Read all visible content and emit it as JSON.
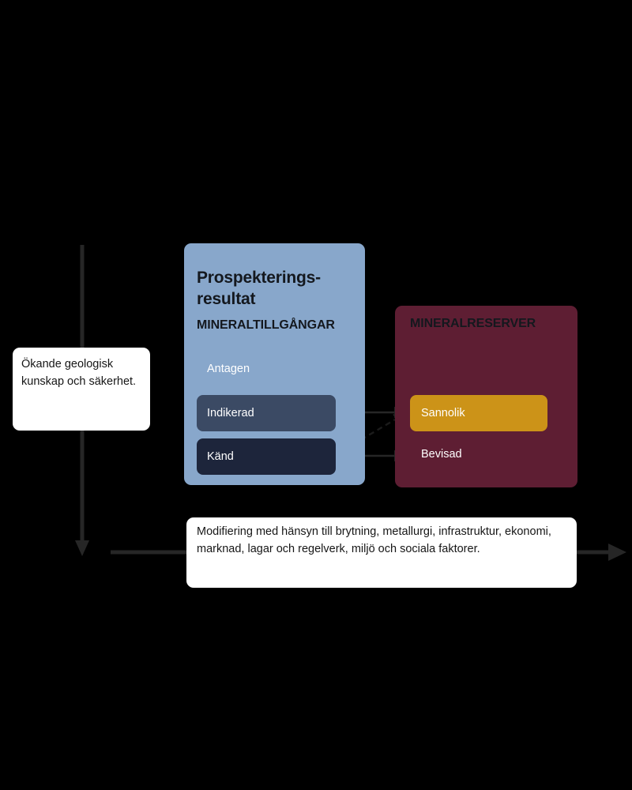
{
  "diagram": {
    "title_semantic": "mineral-resource-reserve-classification",
    "background_color": "#000000",
    "resource_panel": {
      "title": "Prospekterings-\nresultat",
      "title_line1": "Prospekterings-",
      "title_line2": "resultat",
      "subtitle": "MINERALTILLGÅNGAR",
      "color": "#88A7CB",
      "tiers": [
        {
          "label": "Antagen",
          "style": "plain",
          "color": "#88A7CB"
        },
        {
          "label": "Indikerad",
          "style": "chip",
          "color": "#3B4A64"
        },
        {
          "label": "Känd",
          "style": "chip",
          "color": "#1D253B"
        }
      ]
    },
    "reserve_panel": {
      "title": "MINERALRESERVER",
      "color": "#5E1E33",
      "tiers": [
        {
          "label": "Sannolik",
          "style": "chip",
          "color": "#CC9318"
        },
        {
          "label": "Bevisad",
          "style": "plain",
          "color": "#5E1E33"
        }
      ]
    },
    "callouts": [
      {
        "name": "knowledge-callout",
        "text": "Ökande geologisk kunskap och säkerhet."
      },
      {
        "name": "modifying-factors-callout",
        "text": "Modifiering med hänsyn till brytning, metallurgi, infrastruktur, ekonomi, marknad, lagar och regelverk, miljö och sociala faktorer."
      }
    ],
    "connectors": [
      {
        "name": "indikerad-to-sannolik",
        "style": "solid",
        "from": "Indikerad",
        "to": "Sannolik"
      },
      {
        "name": "kand-to-bevisad",
        "style": "solid",
        "from": "Känd",
        "to": "Bevisad"
      },
      {
        "name": "kand-to-sannolik",
        "style": "dashed",
        "from": "Känd",
        "to": "Sannolik"
      },
      {
        "name": "geological-knowledge-axis",
        "style": "solid-vertical-arrow",
        "direction": "down"
      },
      {
        "name": "modifying-factors-axis",
        "style": "solid-horizontal-arrow",
        "direction": "right"
      }
    ],
    "arrow_color": "#262626"
  }
}
